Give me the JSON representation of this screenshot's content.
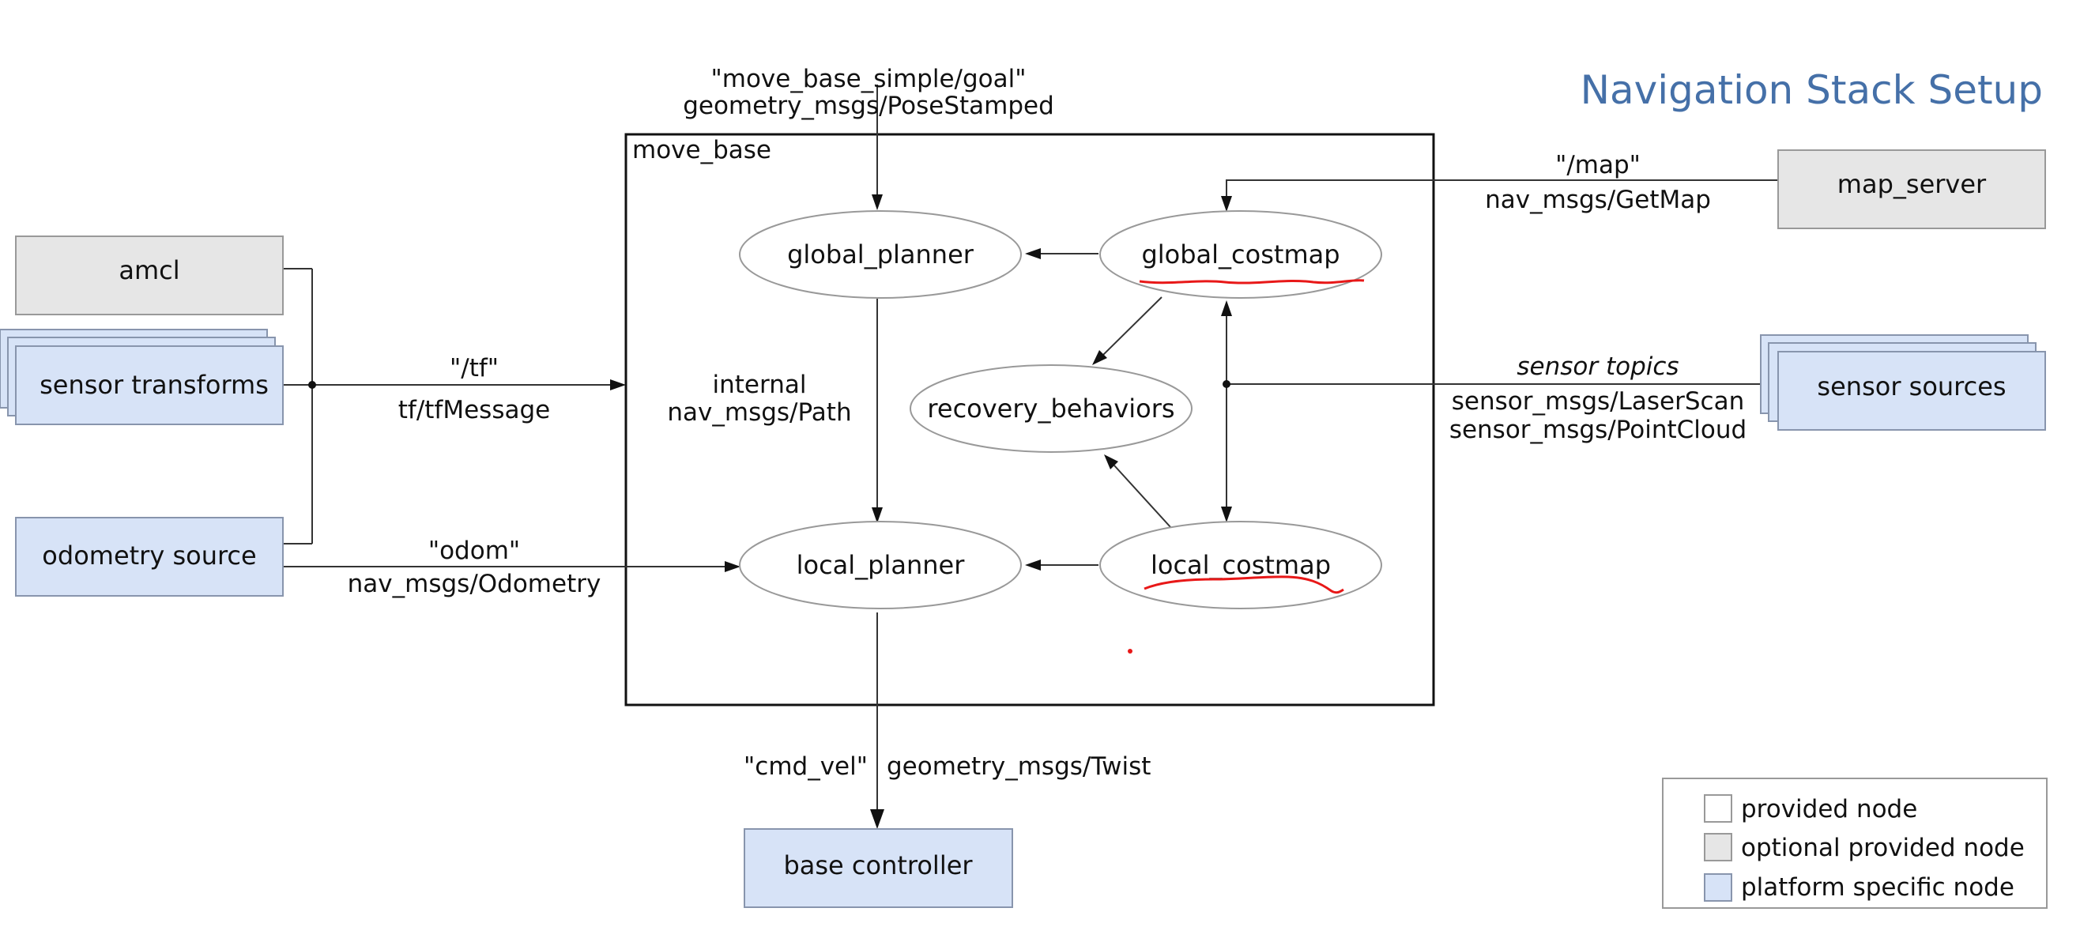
{
  "title": "Navigation Stack Setup",
  "colors": {
    "title": "#4570a8",
    "provided": "#ffffff",
    "optional": "#e6e6e6",
    "platform": "#d7e3f7",
    "annotation": "#e81818"
  },
  "container": {
    "label": "move_base"
  },
  "nodes": {
    "global_planner": "global_planner",
    "global_costmap": "global_costmap",
    "recovery_behaviors": "recovery_behaviors",
    "local_planner": "local_planner",
    "local_costmap": "local_costmap",
    "amcl": "amcl",
    "sensor_transforms": "sensor transforms",
    "odometry_source": "odometry source",
    "map_server": "map_server",
    "sensor_sources": "sensor sources",
    "base_controller": "base controller"
  },
  "edges": {
    "goal_topic": "\"move_base_simple/goal\"",
    "goal_type": "geometry_msgs/PoseStamped",
    "map_topic": "\"/map\"",
    "map_type": "nav_msgs/GetMap",
    "tf_topic": "\"/tf\"",
    "tf_type": "tf/tfMessage",
    "odom_topic": "\"odom\"",
    "odom_type": "nav_msgs/Odometry",
    "internal_label": "internal",
    "internal_type": "nav_msgs/Path",
    "sensor_topics": "sensor topics",
    "sensor_type_1": "sensor_msgs/LaserScan",
    "sensor_type_2": "sensor_msgs/PointCloud",
    "cmd_vel_topic": "\"cmd_vel\"",
    "cmd_vel_type": "geometry_msgs/Twist"
  },
  "legend": {
    "provided": "provided node",
    "optional": "optional provided node",
    "platform": "platform specific node"
  }
}
